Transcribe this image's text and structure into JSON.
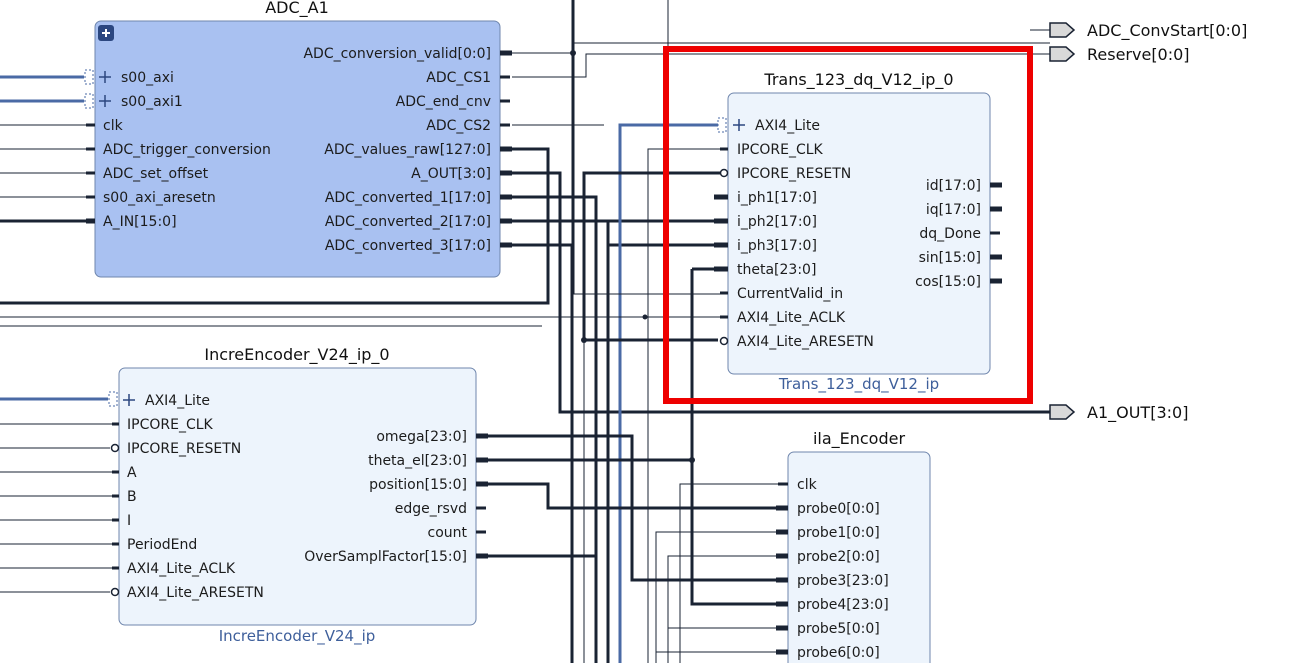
{
  "blocks": {
    "adc": {
      "title": "ADC_A1",
      "left_ports": [
        "s00_axi",
        "s00_axi1",
        "clk",
        "ADC_trigger_conversion",
        "ADC_set_offset",
        "s00_axi_aresetn",
        "A_IN[15:0]"
      ],
      "right_ports": [
        "ADC_conversion_valid[0:0]",
        "ADC_CS1",
        "ADC_end_cnv",
        "ADC_CS2",
        "ADC_values_raw[127:0]",
        "A_OUT[3:0]",
        "ADC_converted_1[17:0]",
        "ADC_converted_2[17:0]",
        "ADC_converted_3[17:0]"
      ]
    },
    "trans": {
      "title": "Trans_123_dq_V12_ip_0",
      "subtitle": "Trans_123_dq_V12_ip",
      "left_ports": [
        "AXI4_Lite",
        "IPCORE_CLK",
        "IPCORE_RESETN",
        "i_ph1[17:0]",
        "i_ph2[17:0]",
        "i_ph3[17:0]",
        "theta[23:0]",
        "CurrentValid_in",
        "AXI4_Lite_ACLK",
        "AXI4_Lite_ARESETN"
      ],
      "right_ports": [
        "id[17:0]",
        "iq[17:0]",
        "dq_Done",
        "sin[15:0]",
        "cos[15:0]"
      ]
    },
    "enc": {
      "title": "IncreEncoder_V24_ip_0",
      "subtitle": "IncreEncoder_V24_ip",
      "left_ports": [
        "AXI4_Lite",
        "IPCORE_CLK",
        "IPCORE_RESETN",
        "A",
        "B",
        "I",
        "PeriodEnd",
        "AXI4_Lite_ACLK",
        "AXI4_Lite_ARESETN"
      ],
      "right_ports": [
        "omega[23:0]",
        "theta_el[23:0]",
        "position[15:0]",
        "edge_rsvd",
        "count",
        "OverSamplFactor[15:0]"
      ]
    },
    "ila": {
      "title": "ila_Encoder",
      "left_ports": [
        "clk",
        "probe0[0:0]",
        "probe1[0:0]",
        "probe2[0:0]",
        "probe3[23:0]",
        "probe4[23:0]",
        "probe5[0:0]",
        "probe6[0:0]"
      ]
    }
  },
  "external_ports": [
    "ADC_ConvStart[0:0]",
    "Reserve[0:0]",
    "A1_OUT[3:0]"
  ],
  "colors": {
    "adc_fill": "#a9c1f1",
    "ip_fill": "#edf4fc",
    "block_border": "#6f86ad",
    "wire": "#1a2333",
    "axi_bus": "#4a6aa5",
    "highlight": "#ee0000",
    "ext_port_fill": "#d9d9d9"
  }
}
